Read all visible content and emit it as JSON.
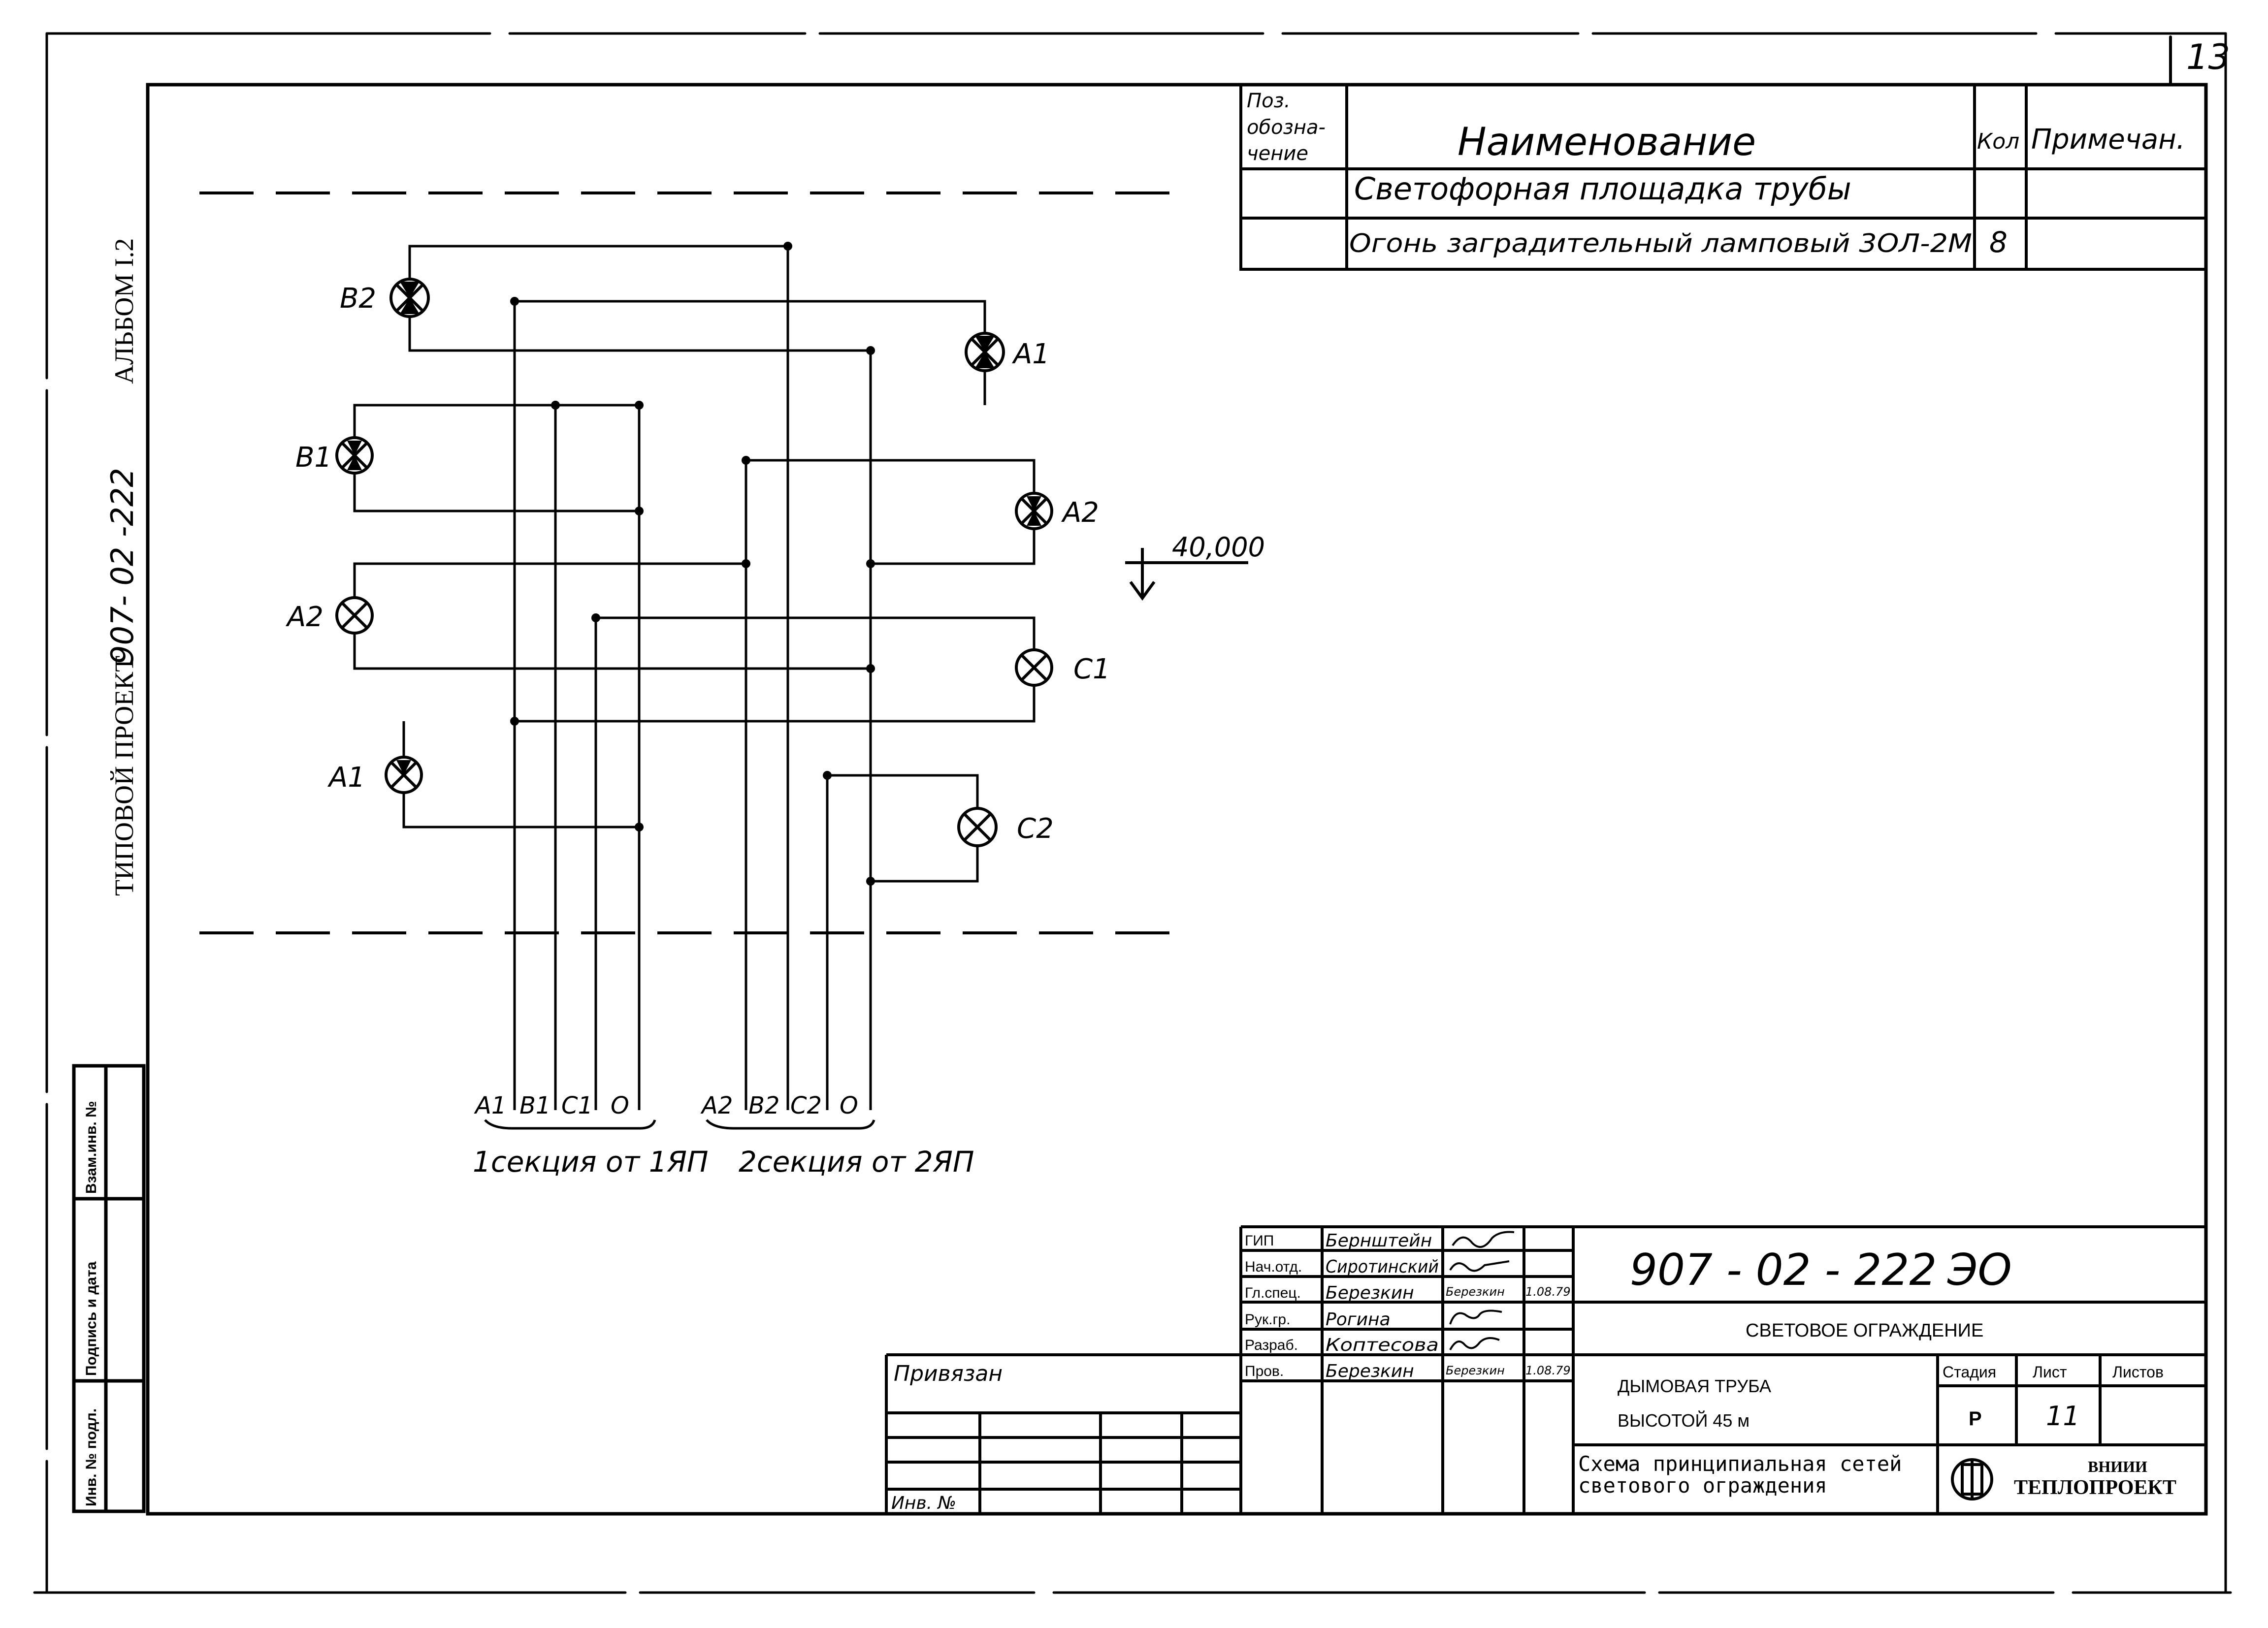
{
  "page_number": "13",
  "side_caption": {
    "project": "ТИПОВОЙ ПРОЕКТ",
    "number": "907- 02 -222",
    "album": "АЛЬБОМ I.2"
  },
  "spec_table": {
    "headers": {
      "pos": [
        "Поз.",
        "обозна-",
        "чение"
      ],
      "name": "Наименование",
      "qty": "Кол",
      "note": "Примечан."
    },
    "rows": [
      {
        "pos": "",
        "name": "Светофорная площадка трубы",
        "qty": "",
        "note": ""
      },
      {
        "pos": "",
        "name": "Огонь заградительный ламповый 3ОЛ-2М",
        "qty": "8",
        "note": ""
      }
    ]
  },
  "diagram": {
    "lamps_left": [
      {
        "id": "lamp-b2-left",
        "label": "B2"
      },
      {
        "id": "lamp-b1-left",
        "label": "B1"
      },
      {
        "id": "lamp-a2-left",
        "label": "A2"
      },
      {
        "id": "lamp-a1-left",
        "label": "A1"
      }
    ],
    "lamps_right": [
      {
        "id": "lamp-a1-right",
        "label": "A1"
      },
      {
        "id": "lamp-a2-right",
        "label": "A2"
      },
      {
        "id": "lamp-c1-right",
        "label": "C1"
      },
      {
        "id": "lamp-c2-right",
        "label": "C2"
      }
    ],
    "elevation_mark": "40,000",
    "bus_labels_1": [
      "A1",
      "B1",
      "C1",
      "O"
    ],
    "bus_labels_2": [
      "A2",
      "B2",
      "C2",
      "O"
    ],
    "section_1": "1секция от 1ЯП",
    "section_2": "2секция от 2ЯП"
  },
  "left_stamp": [
    "Взам.инв. №",
    "Подпись и дата",
    "Инв. № подл."
  ],
  "privyazan": {
    "label": "Привязан",
    "inv": "Инв. №"
  },
  "signatures": [
    {
      "role": "ГИП",
      "name": "Бернштейн",
      "sign": "",
      "date": ""
    },
    {
      "role": "Нач.отд.",
      "name": "Сиротинский",
      "sign": "",
      "date": ""
    },
    {
      "role": "Гл.спец.",
      "name": "Березкин",
      "sign": "Березкин",
      "date": "1.08.79"
    },
    {
      "role": "Рук.гр.",
      "name": "Рогина",
      "sign": "",
      "date": ""
    },
    {
      "role": "Разраб.",
      "name": "Коптесова",
      "sign": "",
      "date": ""
    },
    {
      "role": "Пров.",
      "name": "Березкин",
      "sign": "Березкин",
      "date": "1.08.79"
    }
  ],
  "title_block": {
    "doc_code": "907 - 02 - 222",
    "doc_suffix": "ЭО",
    "system": "СВЕТОВОЕ ОГРАЖДЕНИЕ",
    "object_line1": "ДЫМОВАЯ ТРУБА",
    "object_line2": "ВЫСОТОЙ 45 м",
    "stage_label": "Стадия",
    "sheet_label": "Лист",
    "sheets_label": "Листов",
    "stage": "Р",
    "sheet": "11",
    "sheets": "",
    "drawing_title_1": "Схема принципиальная сетей",
    "drawing_title_2": "светового ограждения",
    "org_1": "ВНИИИ",
    "org_2": "ТЕПЛОПРОЕКТ"
  }
}
